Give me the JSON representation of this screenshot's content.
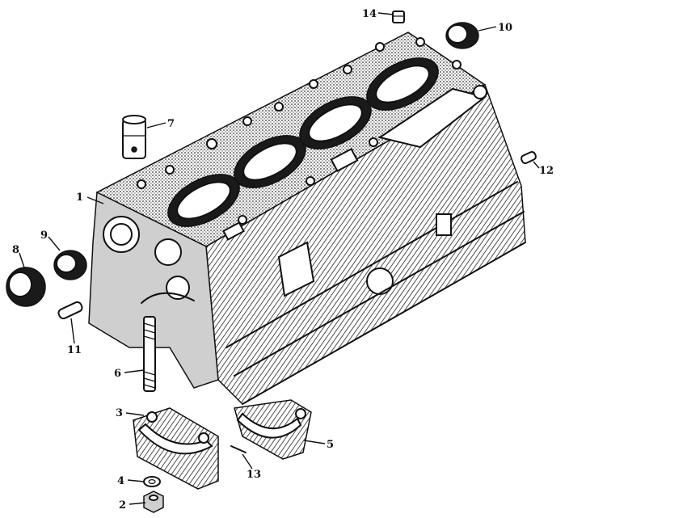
{
  "callouts": [
    {
      "id": "1",
      "label": "1"
    },
    {
      "id": "2",
      "label": "2"
    },
    {
      "id": "3",
      "label": "3"
    },
    {
      "id": "4",
      "label": "4"
    },
    {
      "id": "5",
      "label": "5"
    },
    {
      "id": "6",
      "label": "6"
    },
    {
      "id": "7",
      "label": "7"
    },
    {
      "id": "8",
      "label": "8"
    },
    {
      "id": "9",
      "label": "9"
    },
    {
      "id": "10",
      "label": "10"
    },
    {
      "id": "11",
      "label": "11"
    },
    {
      "id": "12",
      "label": "12"
    },
    {
      "id": "13",
      "label": "13"
    },
    {
      "id": "14",
      "label": "14"
    }
  ],
  "colors": {
    "ink": "#111111",
    "background": "#ffffff"
  }
}
